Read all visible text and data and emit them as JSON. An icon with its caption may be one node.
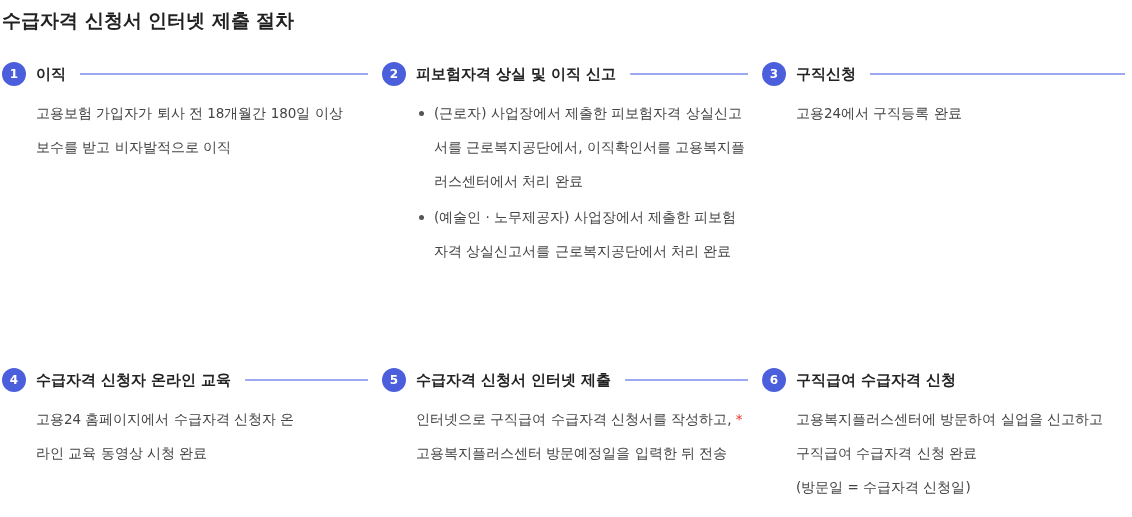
{
  "diagram": {
    "title": "수급자격 신청서 인터넷 제출 절차",
    "nodes": [
      {
        "text": [
          "1",
          "이직"
        ],
        "beside": [
          "고용보험 가입자가 퇴사 전 18개월간 180일 이상 보수를 받고 비자발적으로 이직"
        ]
      },
      {
        "text": [
          "2",
          "피보험자격 상실 및 이직 신고"
        ],
        "beside": [
          "(근로자) 사업장에서 제출한 피보험자격 상실신고서를 근로복지공단에서, 이직확인서를 고용복지플러스센터에서 처리 완료",
          "(예술인 · 노무제공자) 사업장에서 제출한 피보험자격 상실신고서를 근로복지공단에서 처리 완료"
        ]
      },
      {
        "text": [
          "3",
          "구직신청"
        ],
        "beside": [
          "고용24에서 구직등록 완료"
        ]
      },
      {
        "text": [
          "4",
          "수급자격 신청자 온라인 교육"
        ],
        "beside": [
          "고용24 홈페이지에서 수급자격 신청자 온라인 교육 동영상 시청 완료"
        ]
      },
      {
        "text": [
          "5",
          "수급자격 신청서 인터넷 제출"
        ],
        "beside": [
          "인터넷으로 구직급여 수급자격 신청서를 작성하고, * 고용복지플러스센터 방문예정일을 입력한 뒤 전송"
        ]
      },
      {
        "text": [
          "6",
          "구직급여 수급자격 신청"
        ],
        "beside": [
          "고용복지플러스센터에 방문하여 실업을 신고하고 구직급여 수급자격 신청 완료",
          "(방문일 = 수급자격 신청일)"
        ]
      }
    ],
    "edges": [
      {
        "from": 0,
        "to": 1,
        "arrow": "none"
      },
      {
        "from": 1,
        "to": 2,
        "arrow": "none"
      },
      {
        "from": 2,
        "to": null,
        "arrow": "none"
      },
      {
        "from": 3,
        "to": 4,
        "arrow": "none"
      },
      {
        "from": 4,
        "to": 5,
        "arrow": "none"
      }
    ]
  }
}
